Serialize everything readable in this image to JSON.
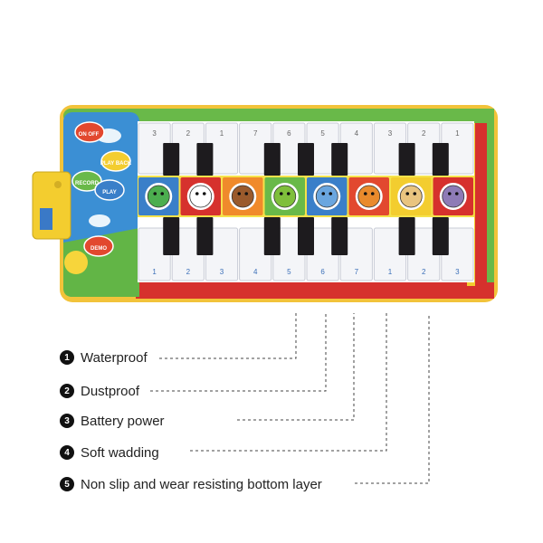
{
  "product": {
    "mat_buttons": [
      "ON OFF",
      "PLAY BACK",
      "RECORD",
      "PLAY",
      "DEMO"
    ],
    "top_key_numbers": [
      "3",
      "2",
      "1",
      "7",
      "6",
      "5",
      "4",
      "3",
      "2",
      "1"
    ],
    "bottom_key_numbers": [
      "1",
      "2",
      "3",
      "4",
      "5",
      "6",
      "7",
      "1",
      "2",
      "3"
    ],
    "animals": [
      "frog",
      "zebra",
      "monkey",
      "giraffe",
      "elephant",
      "lion",
      "cat",
      "hippo"
    ],
    "colors": {
      "border_green": "#69b949",
      "border_red": "#d6312d",
      "panel_blue": "#3b8fd4",
      "speaker_yellow": "#f3cd2f",
      "white_key": "#f4f5f8",
      "black_key": "#1d1b1e"
    }
  },
  "features": [
    {
      "number": "1",
      "label": "Waterproof"
    },
    {
      "number": "2",
      "label": "Dustproof"
    },
    {
      "number": "3",
      "label": "Battery power"
    },
    {
      "number": "4",
      "label": "Soft wadding"
    },
    {
      "number": "5",
      "label": "Non slip and wear resisting bottom layer"
    }
  ]
}
